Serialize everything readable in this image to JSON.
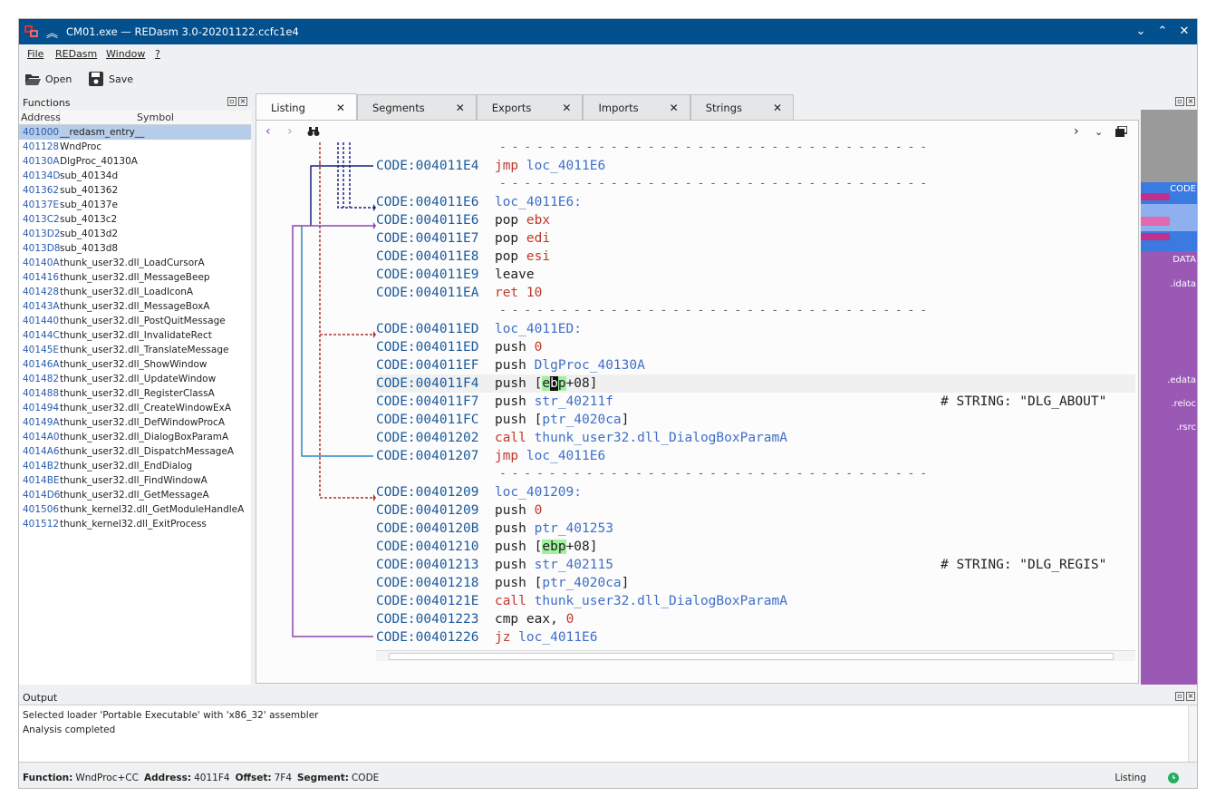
{
  "window": {
    "title": "CM01.exe — REDasm 3.0-20201122.ccfc1e4",
    "controls": [
      "⌄",
      "⌃",
      "✕"
    ]
  },
  "menu": [
    "File",
    "REDasm",
    "Window",
    "?"
  ],
  "toolbar": {
    "open_label": "Open",
    "save_label": "Save"
  },
  "functions": {
    "panel_title": "Functions",
    "col_address": "Address",
    "col_symbol": "Symbol",
    "rows": [
      {
        "addr": "401000",
        "sym": "__redasm_entry__"
      },
      {
        "addr": "401128",
        "sym": "WndProc"
      },
      {
        "addr": "40130A",
        "sym": "DlgProc_40130A"
      },
      {
        "addr": "40134D",
        "sym": "sub_40134d"
      },
      {
        "addr": "401362",
        "sym": "sub_401362"
      },
      {
        "addr": "40137E",
        "sym": "sub_40137e"
      },
      {
        "addr": "4013C2",
        "sym": "sub_4013c2"
      },
      {
        "addr": "4013D2",
        "sym": "sub_4013d2"
      },
      {
        "addr": "4013D8",
        "sym": "sub_4013d8"
      },
      {
        "addr": "40140A",
        "sym": "thunk_user32.dll_LoadCursorA"
      },
      {
        "addr": "401416",
        "sym": "thunk_user32.dll_MessageBeep"
      },
      {
        "addr": "401428",
        "sym": "thunk_user32.dll_LoadIconA"
      },
      {
        "addr": "40143A",
        "sym": "thunk_user32.dll_MessageBoxA"
      },
      {
        "addr": "401440",
        "sym": "thunk_user32.dll_PostQuitMessage"
      },
      {
        "addr": "40144C",
        "sym": "thunk_user32.dll_InvalidateRect"
      },
      {
        "addr": "40145E",
        "sym": "thunk_user32.dll_TranslateMessage"
      },
      {
        "addr": "40146A",
        "sym": "thunk_user32.dll_ShowWindow"
      },
      {
        "addr": "401482",
        "sym": "thunk_user32.dll_UpdateWindow"
      },
      {
        "addr": "401488",
        "sym": "thunk_user32.dll_RegisterClassA"
      },
      {
        "addr": "401494",
        "sym": "thunk_user32.dll_CreateWindowExA"
      },
      {
        "addr": "40149A",
        "sym": "thunk_user32.dll_DefWindowProcA"
      },
      {
        "addr": "4014A0",
        "sym": "thunk_user32.dll_DialogBoxParamA"
      },
      {
        "addr": "4014A6",
        "sym": "thunk_user32.dll_DispatchMessageA"
      },
      {
        "addr": "4014B2",
        "sym": "thunk_user32.dll_EndDialog"
      },
      {
        "addr": "4014BE",
        "sym": "thunk_user32.dll_FindWindowA"
      },
      {
        "addr": "4014D6",
        "sym": "thunk_user32.dll_GetMessageA"
      },
      {
        "addr": "401506",
        "sym": "thunk_kernel32.dll_GetModuleHandleA"
      },
      {
        "addr": "401512",
        "sym": "thunk_kernel32.dll_ExitProcess"
      }
    ]
  },
  "tabs": [
    "Listing",
    "Segments",
    "Exports",
    "Imports",
    "Strings"
  ],
  "listing": {
    "lines": [
      {
        "addr": "CODE:004011E4",
        "mnem": "jmp",
        "kind": "jump",
        "op": "loc_4011E6",
        "optype": "sym"
      },
      {
        "sep": true
      },
      {
        "addr": "CODE:004011E6",
        "label": "loc_4011E6:"
      },
      {
        "addr": "CODE:004011E6",
        "mnem": "pop",
        "op": "ebx",
        "optype": "reg"
      },
      {
        "addr": "CODE:004011E7",
        "mnem": "pop",
        "op": "edi",
        "optype": "reg"
      },
      {
        "addr": "CODE:004011E8",
        "mnem": "pop",
        "op": "esi",
        "optype": "reg"
      },
      {
        "addr": "CODE:004011E9",
        "mnem": "leave"
      },
      {
        "addr": "CODE:004011EA",
        "mnem": "ret",
        "kind": "jump",
        "op": "10",
        "optype": "num"
      },
      {
        "sep": true
      },
      {
        "addr": "CODE:004011ED",
        "label": "loc_4011ED:"
      },
      {
        "addr": "CODE:004011ED",
        "mnem": "push",
        "op": "0",
        "optype": "num"
      },
      {
        "addr": "CODE:004011EF",
        "mnem": "push",
        "op": "DlgProc_40130A",
        "optype": "sym"
      },
      {
        "addr": "CODE:004011F4",
        "mnem": "push",
        "op": "[ebp+08]",
        "optype": "mem",
        "current": true
      },
      {
        "addr": "CODE:004011F7",
        "mnem": "push",
        "op": "str_40211f",
        "optype": "sym",
        "comment": "# STRING: \"DLG_ABOUT\""
      },
      {
        "addr": "CODE:004011FC",
        "mnem": "push",
        "op": "[ptr_4020ca]",
        "optype": "ptr"
      },
      {
        "addr": "CODE:00401202",
        "mnem": "call",
        "kind": "jump",
        "op": "thunk_user32.dll_DialogBoxParamA",
        "optype": "sym"
      },
      {
        "addr": "CODE:00401207",
        "mnem": "jmp",
        "kind": "jump",
        "op": "loc_4011E6",
        "optype": "sym"
      },
      {
        "sep": true
      },
      {
        "addr": "CODE:00401209",
        "label": "loc_401209:"
      },
      {
        "addr": "CODE:00401209",
        "mnem": "push",
        "op": "0",
        "optype": "num"
      },
      {
        "addr": "CODE:0040120B",
        "mnem": "push",
        "op": "ptr_401253",
        "optype": "sym"
      },
      {
        "addr": "CODE:00401210",
        "mnem": "push",
        "op": "[ebp+08]",
        "optype": "mem"
      },
      {
        "addr": "CODE:00401213",
        "mnem": "push",
        "op": "str_402115",
        "optype": "sym",
        "comment": "# STRING: \"DLG_REGIS\""
      },
      {
        "addr": "CODE:00401218",
        "mnem": "push",
        "op": "[ptr_4020ca]",
        "optype": "ptr"
      },
      {
        "addr": "CODE:0040121E",
        "mnem": "call",
        "kind": "jump",
        "op": "thunk_user32.dll_DialogBoxParamA",
        "optype": "sym"
      },
      {
        "addr": "CODE:00401223",
        "mnem": "cmp",
        "op": "eax, 0",
        "optype": "cmp"
      },
      {
        "addr": "CODE:00401226",
        "mnem": "jz",
        "kind": "jump",
        "op": "loc_4011E6",
        "optype": "sym"
      },
      {
        "sep": true
      }
    ]
  },
  "segments": [
    "CODE",
    "DATA",
    ".idata",
    ".edata",
    ".reloc",
    ".rsrc"
  ],
  "output": {
    "panel_title": "Output",
    "lines": [
      "Selected loader 'Portable Executable' with 'x86_32' assembler",
      "Analysis completed"
    ]
  },
  "status": {
    "function_label": "Function:",
    "function_value": "WndProc+CC",
    "address_label": "Address:",
    "address_value": "4011F4",
    "offset_label": "Offset:",
    "offset_value": "7F4",
    "segment_label": "Segment:",
    "segment_value": "CODE",
    "view": "Listing"
  },
  "colors": {
    "titlebar": "#03508f",
    "address": "#1a5a9c",
    "symbol": "#3f6fc8",
    "jump": "#c0392b",
    "minimap": "#9b59b6",
    "highlight": "#9ff19f"
  }
}
